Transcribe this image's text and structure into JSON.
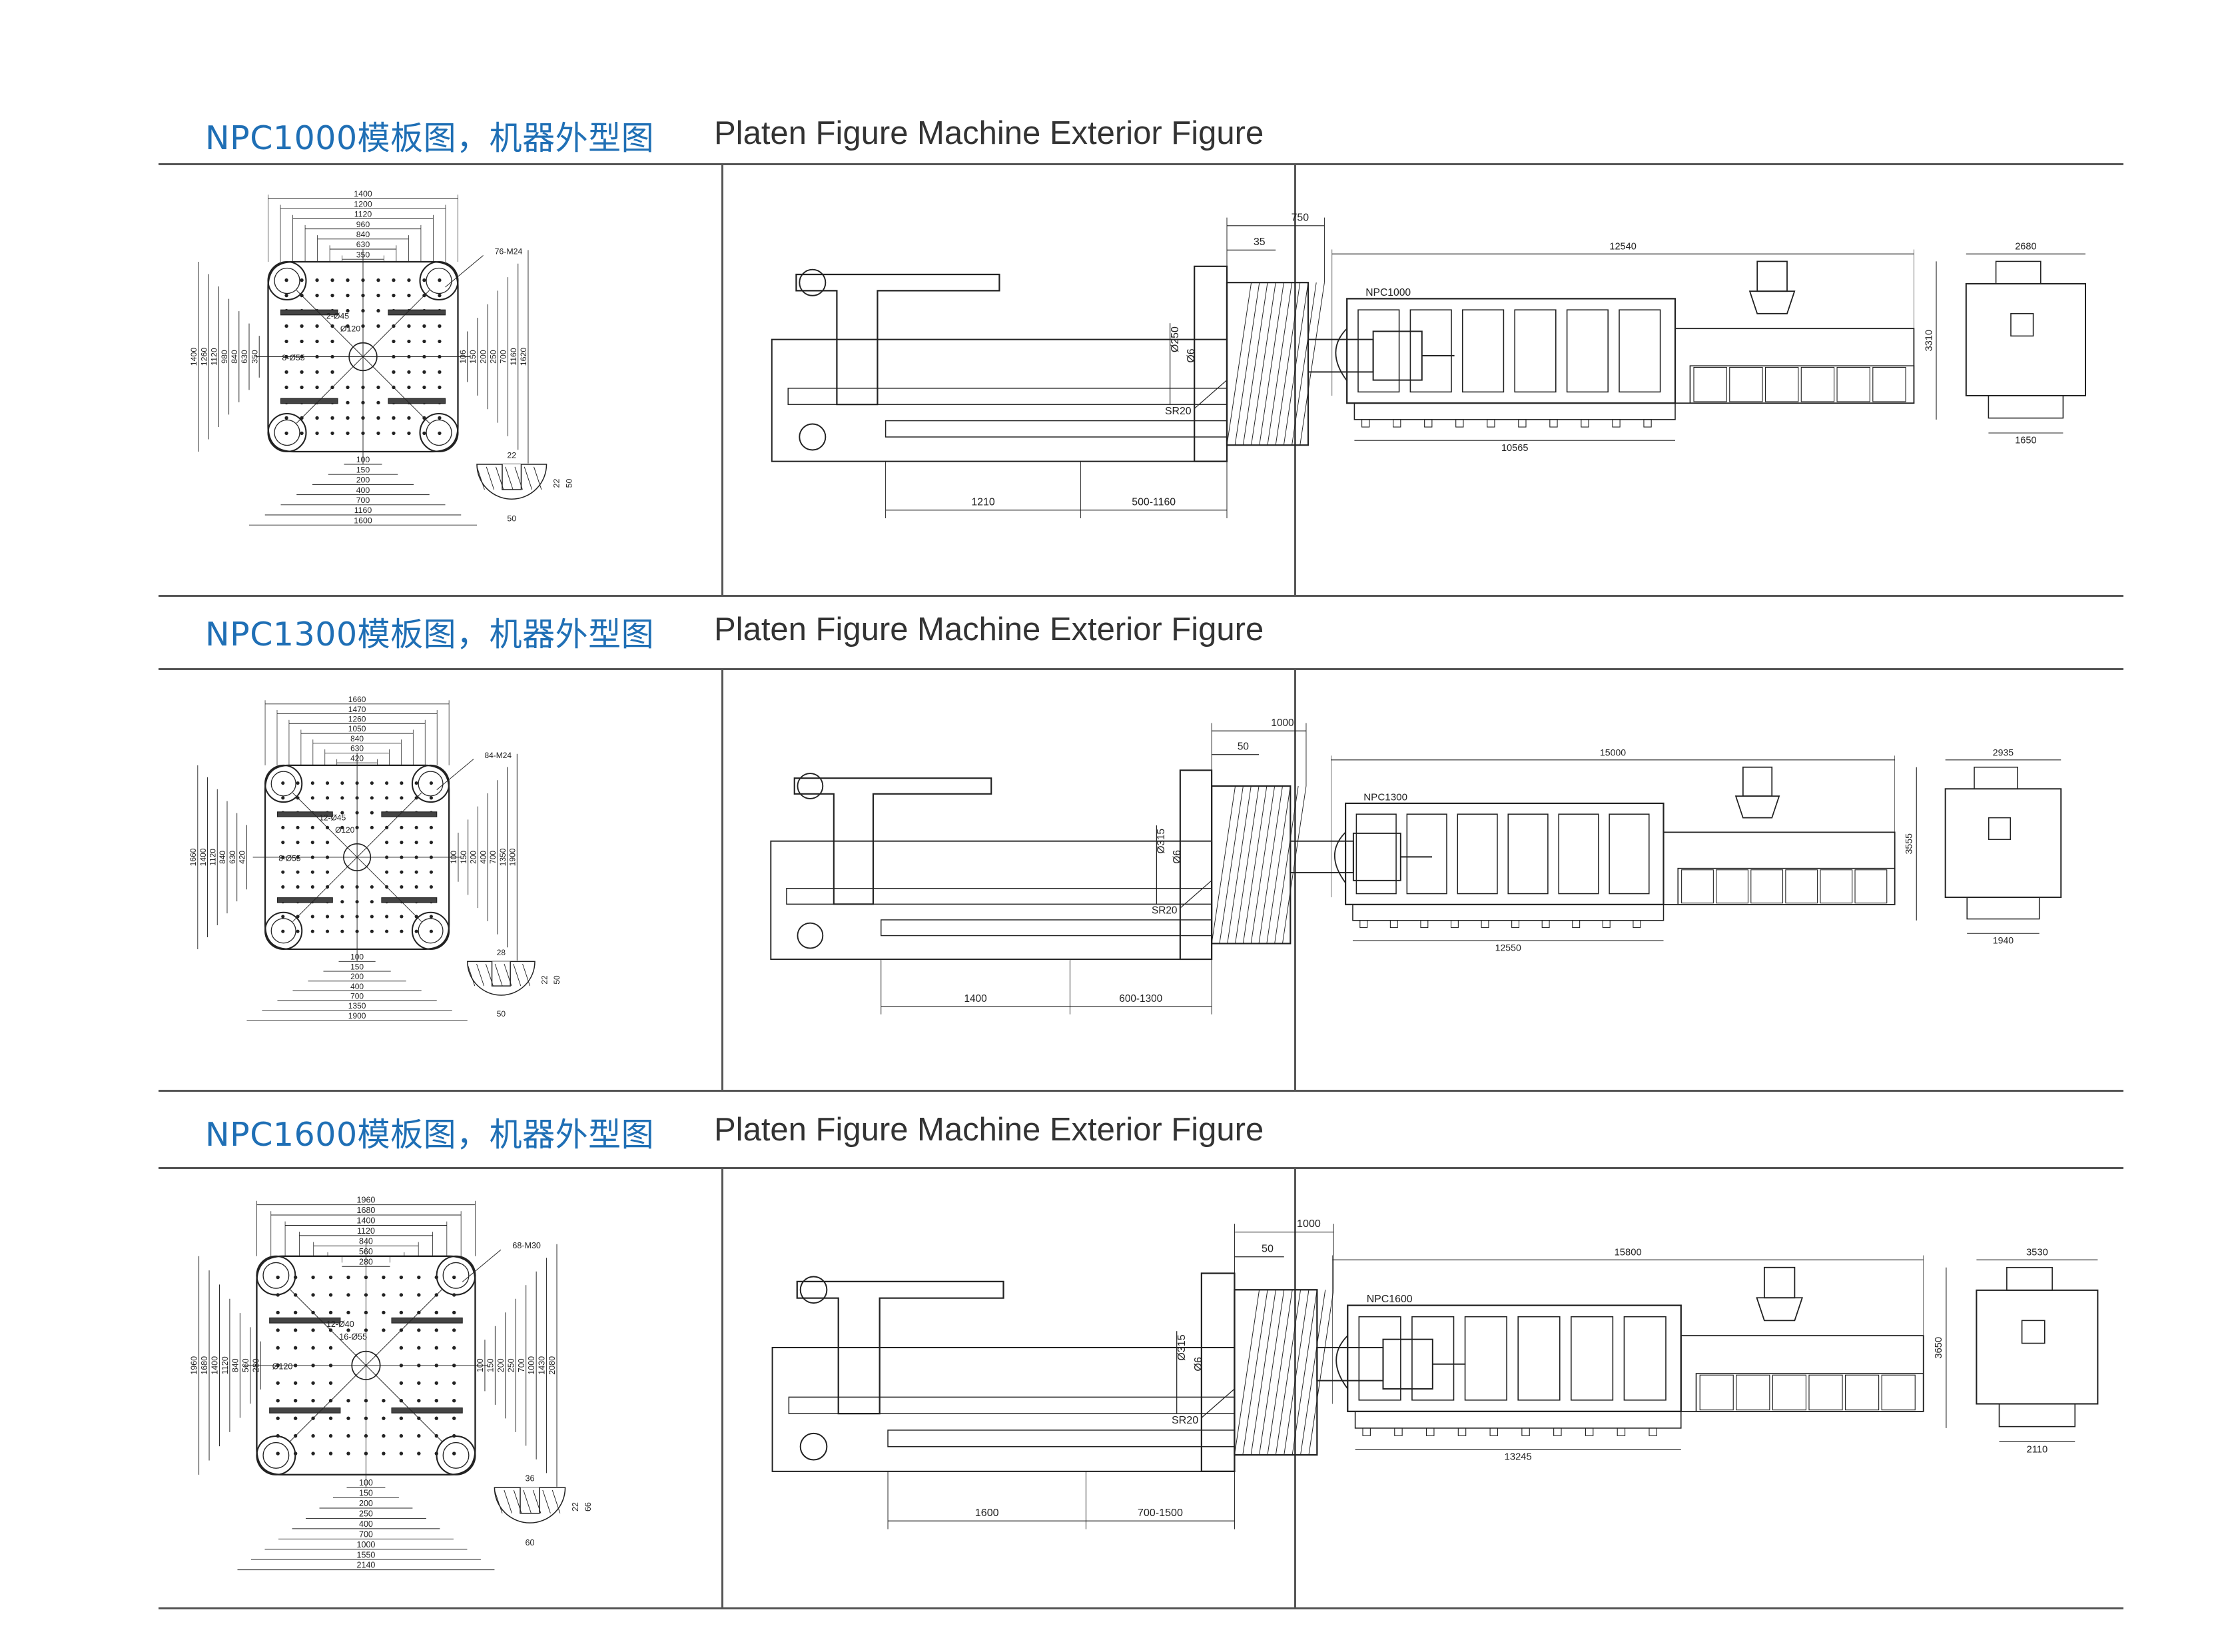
{
  "sections": [
    {
      "title_cn": "NPC1000模板图，机器外型图",
      "title_en": "Platen Figure Machine Exterior Figure",
      "platen": {
        "top_dims": [
          "1400",
          "1200",
          "1120",
          "960",
          "840",
          "630",
          "350"
        ],
        "bolt_label": "76-M24",
        "left_dims": [
          "1400",
          "1260",
          "1120",
          "980",
          "840",
          "630",
          "350"
        ],
        "right_dims": [
          "106",
          "150",
          "200",
          "250",
          "700",
          "1160",
          "1620"
        ],
        "hole_labels": [
          "2-Ø45",
          "Ø120",
          "8-Ø55"
        ],
        "bottom_dims": [
          "100",
          "150",
          "200",
          "400",
          "700",
          "1160",
          "1600"
        ],
        "slot_dims": [
          "22",
          "22",
          "50",
          "50"
        ]
      },
      "side": {
        "dims_top": [
          "750",
          "35"
        ],
        "dims_mid": [
          "Ø250",
          "Ø6"
        ],
        "sr": "SR20",
        "dims_bottom": [
          "1210",
          "500-1160"
        ]
      },
      "exterior": {
        "model": "NPC1000",
        "length": "12540",
        "base_length": "10565",
        "height": "3310",
        "width": "2680",
        "base_width": "1650"
      }
    },
    {
      "title_cn": "NPC1300模板图，机器外型图",
      "title_en": "Platen Figure Machine Exterior Figure",
      "platen": {
        "top_dims": [
          "1660",
          "1470",
          "1260",
          "1050",
          "840",
          "630",
          "420"
        ],
        "bolt_label": "84-M24",
        "left_dims": [
          "1660",
          "1400",
          "1120",
          "840",
          "630",
          "420"
        ],
        "right_dims": [
          "100",
          "150",
          "200",
          "400",
          "700",
          "1350",
          "1900"
        ],
        "hole_labels": [
          "12-Ø45",
          "Ø120",
          "8-Ø55"
        ],
        "bottom_dims": [
          "100",
          "150",
          "200",
          "400",
          "700",
          "1350",
          "1900"
        ],
        "slot_dims": [
          "28",
          "22",
          "50",
          "50"
        ]
      },
      "side": {
        "dims_top": [
          "1000",
          "50"
        ],
        "dims_mid": [
          "Ø315",
          "Ø6"
        ],
        "sr": "SR20",
        "dims_bottom": [
          "1400",
          "600-1300"
        ]
      },
      "exterior": {
        "model": "NPC1300",
        "length": "15000",
        "base_length": "12550",
        "height": "3555",
        "width": "2935",
        "base_width": "1940"
      }
    },
    {
      "title_cn": "NPC1600模板图，机器外型图",
      "title_en": "Platen Figure Machine Exterior Figure",
      "platen": {
        "top_dims": [
          "1960",
          "1680",
          "1400",
          "1120",
          "840",
          "560",
          "280"
        ],
        "bolt_label": "68-M30",
        "left_dims": [
          "1960",
          "1680",
          "1400",
          "1120",
          "840",
          "560",
          "280"
        ],
        "right_dims": [
          "100",
          "150",
          "200",
          "250",
          "700",
          "1000",
          "1430",
          "2080"
        ],
        "hole_labels": [
          "12-Ø40",
          "16-Ø55",
          "Ø120"
        ],
        "bottom_dims": [
          "100",
          "150",
          "200",
          "250",
          "400",
          "700",
          "1000",
          "1550",
          "2140"
        ],
        "slot_dims": [
          "36",
          "22",
          "66",
          "60"
        ]
      },
      "side": {
        "dims_top": [
          "1000",
          "50"
        ],
        "dims_mid": [
          "Ø315",
          "Ø6"
        ],
        "sr": "SR20",
        "dims_bottom": [
          "1600",
          "700-1500"
        ]
      },
      "exterior": {
        "model": "NPC1600",
        "length": "15800",
        "base_length": "13245",
        "height": "3650",
        "width": "3530",
        "base_width": "2110"
      }
    }
  ]
}
